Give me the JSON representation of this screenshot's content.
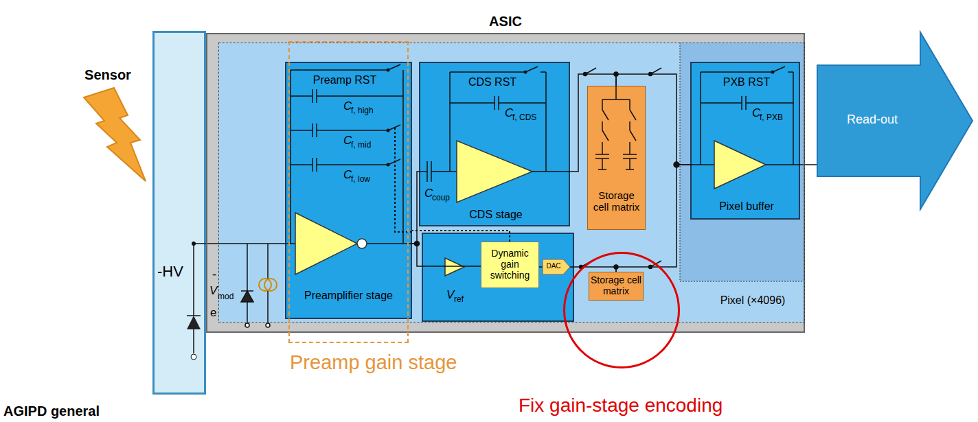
{
  "diagram": {
    "nodes": [
      {
        "text": [
          "Sensor",
          "-HV"
        ]
      },
      {
        "text": [
          "ASIC"
        ]
      },
      {
        "text": [
          "Pixel (×4096)"
        ],
        "in": 1
      },
      {
        "text": [
          "Preamp RST",
          "Preamplifier stage"
        ],
        "in": 2
      },
      {
        "text": [
          "CDS RST",
          "CDS stage"
        ],
        "in": 2
      },
      {
        "text": [
          "Storage cell matrix"
        ],
        "in": 2
      },
      {
        "text": [
          "Dynamic gain switching"
        ],
        "in": 2
      },
      {
        "text": [
          "DAC"
        ],
        "in": 2
      },
      {
        "text": [
          "Storage cell matrix"
        ],
        "in": 2
      },
      {
        "text": [
          "PXB RST",
          "Pixel buffer"
        ],
        "in": 2
      },
      {
        "text": [
          "Preamp gain stage"
        ]
      },
      {
        "text": [
          "Read-out"
        ]
      },
      {
        "text": [
          "Fix gain-stage encoding"
        ]
      }
    ],
    "edges": [
      {
        "from": 0,
        "to": 3,
        "arrow": "none"
      },
      {
        "from": 3,
        "to": 4,
        "arrow": "none"
      },
      {
        "from": 3,
        "to": 6,
        "arrow": "none"
      },
      {
        "from": 6,
        "to": 3,
        "arrow": "none"
      },
      {
        "from": 6,
        "to": 7,
        "arrow": "none"
      },
      {
        "from": 4,
        "to": 5,
        "arrow": "none"
      },
      {
        "from": 5,
        "to": 9,
        "arrow": "none"
      },
      {
        "from": 7,
        "to": 8,
        "arrow": "none"
      },
      {
        "from": 8,
        "to": 9,
        "arrow": "none"
      }
    ],
    "labels": [
      "C",
      "f, high",
      "C",
      "f, mid",
      "C",
      "f, low",
      "C",
      "coup",
      "C",
      "f, CDS",
      "C",
      "f, PXB",
      "-",
      "V",
      "mod",
      "e",
      "AGIPD general",
      "V",
      "ref"
    ]
  }
}
